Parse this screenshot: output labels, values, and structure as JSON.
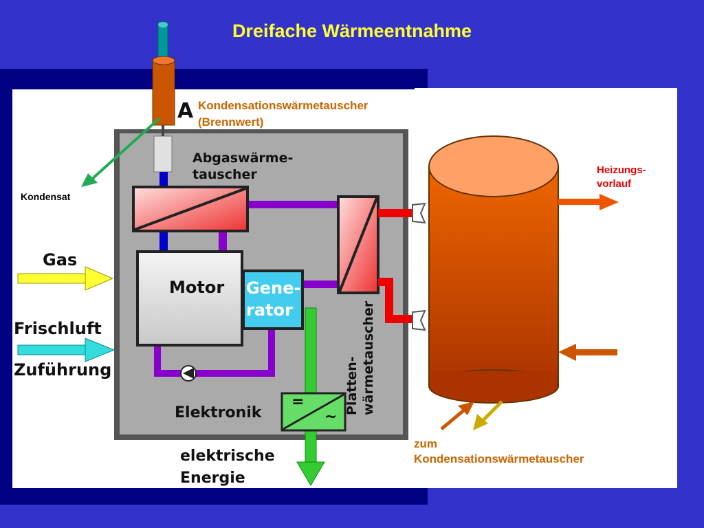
{
  "slide": {
    "title": "Dreifache Wärmeentnahme"
  },
  "labels": {
    "condensing_heat_exchanger": "Kondensationswärmetauscher",
    "condensing_heat_exchanger_sub": "(Brennwert)",
    "condensate": "Kondensat",
    "exhaust_heat_exchanger_1": "Abgaswärme-",
    "exhaust_heat_exchanger_2": "tauscher",
    "gas": "Gas",
    "fresh_air_1": "Frischluft",
    "fresh_air_2": "Zuführung",
    "motor": "Motor",
    "generator_1": "Gene-",
    "generator_2": "rator",
    "plate_hx_1": "Platten-",
    "plate_hx_2": "wärmetauscher",
    "electronics": "Elektronik",
    "electric_energy_1": "elektrische",
    "electric_energy_2": "Energie",
    "heating_flow_1": "Heizungs-",
    "heating_flow_2": "vorlauf",
    "to_condenser_1": "zum",
    "to_condenser_2": "Kondensationswärmetauscher",
    "inverter_dc": "=",
    "inverter_ac": "~",
    "chimney_letter": "A"
  },
  "colors": {
    "background": "#3333cc",
    "title": "#ffff33",
    "tank_body": "#cc5500",
    "tank_top": "#ffa066",
    "hot_pipe": "#ee0000",
    "cold_pipe": "#0000cc",
    "coolant_pipe": "#8800cc",
    "electric": "#33cc33",
    "gas_arrow": "#ffff33",
    "air_arrow": "#33dddd"
  }
}
